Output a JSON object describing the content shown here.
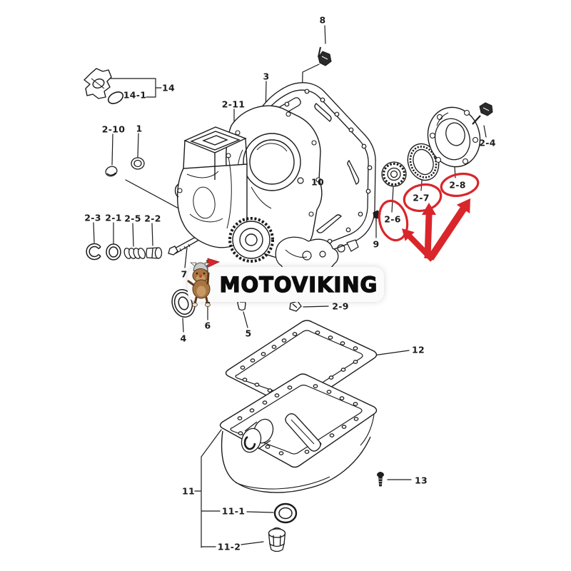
{
  "brand": {
    "name": "MOTOVIKING"
  },
  "diagram": {
    "type": "exploded-parts-diagram",
    "subject": "engine timing cover and oil pan assembly",
    "highlighted_parts": [
      "2-6",
      "2-7",
      "2-8"
    ],
    "colors": {
      "line": "#1b1b1b",
      "highlight": "#d9262b",
      "band_bg": "#fbfbfb",
      "label_text": "#1c1c1c"
    }
  },
  "labels": [
    {
      "id": "8",
      "text": "8"
    },
    {
      "id": "3",
      "text": "3"
    },
    {
      "id": "14",
      "text": "14"
    },
    {
      "id": "14-1",
      "text": "14-1"
    },
    {
      "id": "2-10",
      "text": "2-10"
    },
    {
      "id": "1",
      "text": "1"
    },
    {
      "id": "2-11",
      "text": "2-11"
    },
    {
      "id": "10",
      "text": "10"
    },
    {
      "id": "2-4",
      "text": "2-4"
    },
    {
      "id": "2-8",
      "text": "2-8"
    },
    {
      "id": "2-7",
      "text": "2-7"
    },
    {
      "id": "2-6",
      "text": "2-6"
    },
    {
      "id": "9",
      "text": "9"
    },
    {
      "id": "2-3",
      "text": "2-3"
    },
    {
      "id": "2-1",
      "text": "2-1"
    },
    {
      "id": "2-5",
      "text": "2-5"
    },
    {
      "id": "2-2",
      "text": "2-2"
    },
    {
      "id": "7",
      "text": "7"
    },
    {
      "id": "4",
      "text": "4"
    },
    {
      "id": "6",
      "text": "6"
    },
    {
      "id": "5",
      "text": "5"
    },
    {
      "id": "2-9",
      "text": "2-9"
    },
    {
      "id": "12",
      "text": "12"
    },
    {
      "id": "11",
      "text": "11"
    },
    {
      "id": "11-1",
      "text": "11-1"
    },
    {
      "id": "11-2",
      "text": "11-2"
    },
    {
      "id": "13",
      "text": "13"
    }
  ]
}
